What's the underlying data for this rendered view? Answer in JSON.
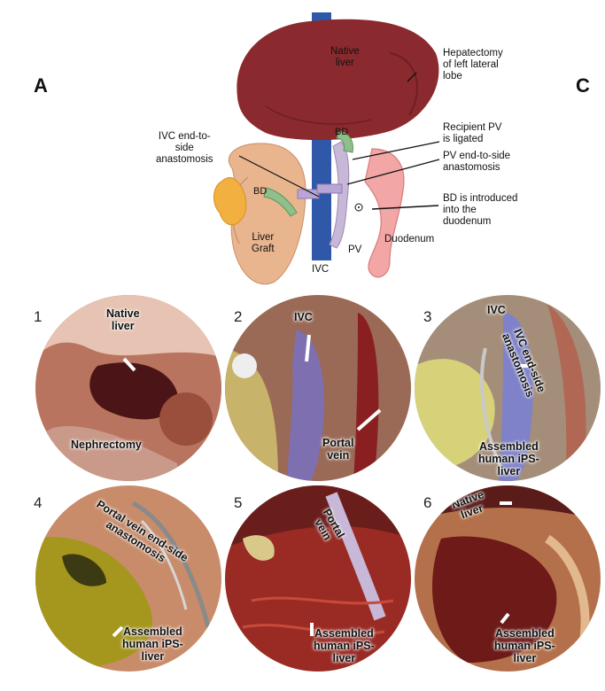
{
  "panels": {
    "a": "A",
    "c": "C"
  },
  "diagram": {
    "native_liver": "Native\nliver",
    "hepatectomy": "Hepatectomy\n of  left lateral\n lobe",
    "ivc_anastomosis": "IVC end-to-\nside\nanastomosis",
    "recipient_pv": "Recipient PV\nis ligated",
    "pv_anastomosis": "PV end-to-side\nanastomosis",
    "bd_duodenum": "BD is introduced\ninto the\nduodenum",
    "bd_top": "BD",
    "bd_left": "BD",
    "liver_graft": "Liver\nGraft",
    "pv": "PV",
    "ivc": "IVC",
    "duodenum": "Duodenum"
  },
  "photos": [
    {
      "num": "1",
      "labels": [
        "Native\nliver",
        "Nephrectomy"
      ]
    },
    {
      "num": "2",
      "labels": [
        "IVC",
        "Portal\nvein"
      ]
    },
    {
      "num": "3",
      "labels": [
        "IVC",
        "IVC end-side\nanastomosis",
        "Assembled\nhuman iPS-\nliver"
      ]
    },
    {
      "num": "4",
      "labels": [
        "Portal vein end-side\nanastomosis",
        "Assembled\nhuman iPS-\nliver"
      ]
    },
    {
      "num": "5",
      "labels": [
        "Portal\nvein",
        "Assembled\nhuman iPS-\nliver"
      ]
    },
    {
      "num": "6",
      "labels": [
        "Native\nliver",
        "Assembled\nhuman iPS-\nliver"
      ]
    }
  ]
}
